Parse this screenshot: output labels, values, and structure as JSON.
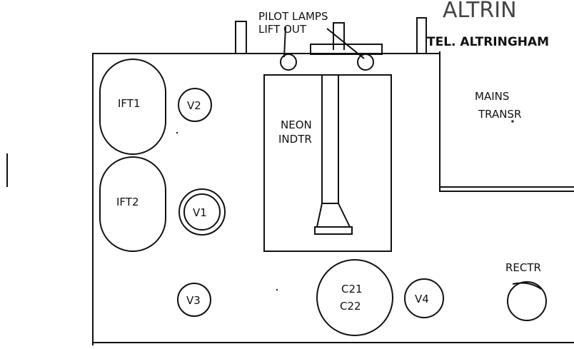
{
  "header": {
    "partial_text": "ALTRIN",
    "tel": "TEL. ALTRINGHAM"
  },
  "labels": {
    "pilot_line1": "PILOT LAMPS",
    "pilot_line2": "LIFT OUT",
    "ift1": "IFT1",
    "ift2": "IFT2",
    "v1": "V1",
    "v2": "V2",
    "v3": "V3",
    "v4": "V4",
    "neon_line1": "NEON",
    "neon_line2": "INDTR",
    "mains_line1": "MAINS",
    "mains_line2": "TRANSR",
    "c21": "C21",
    "c22": "C22",
    "rect": "RECTR"
  }
}
